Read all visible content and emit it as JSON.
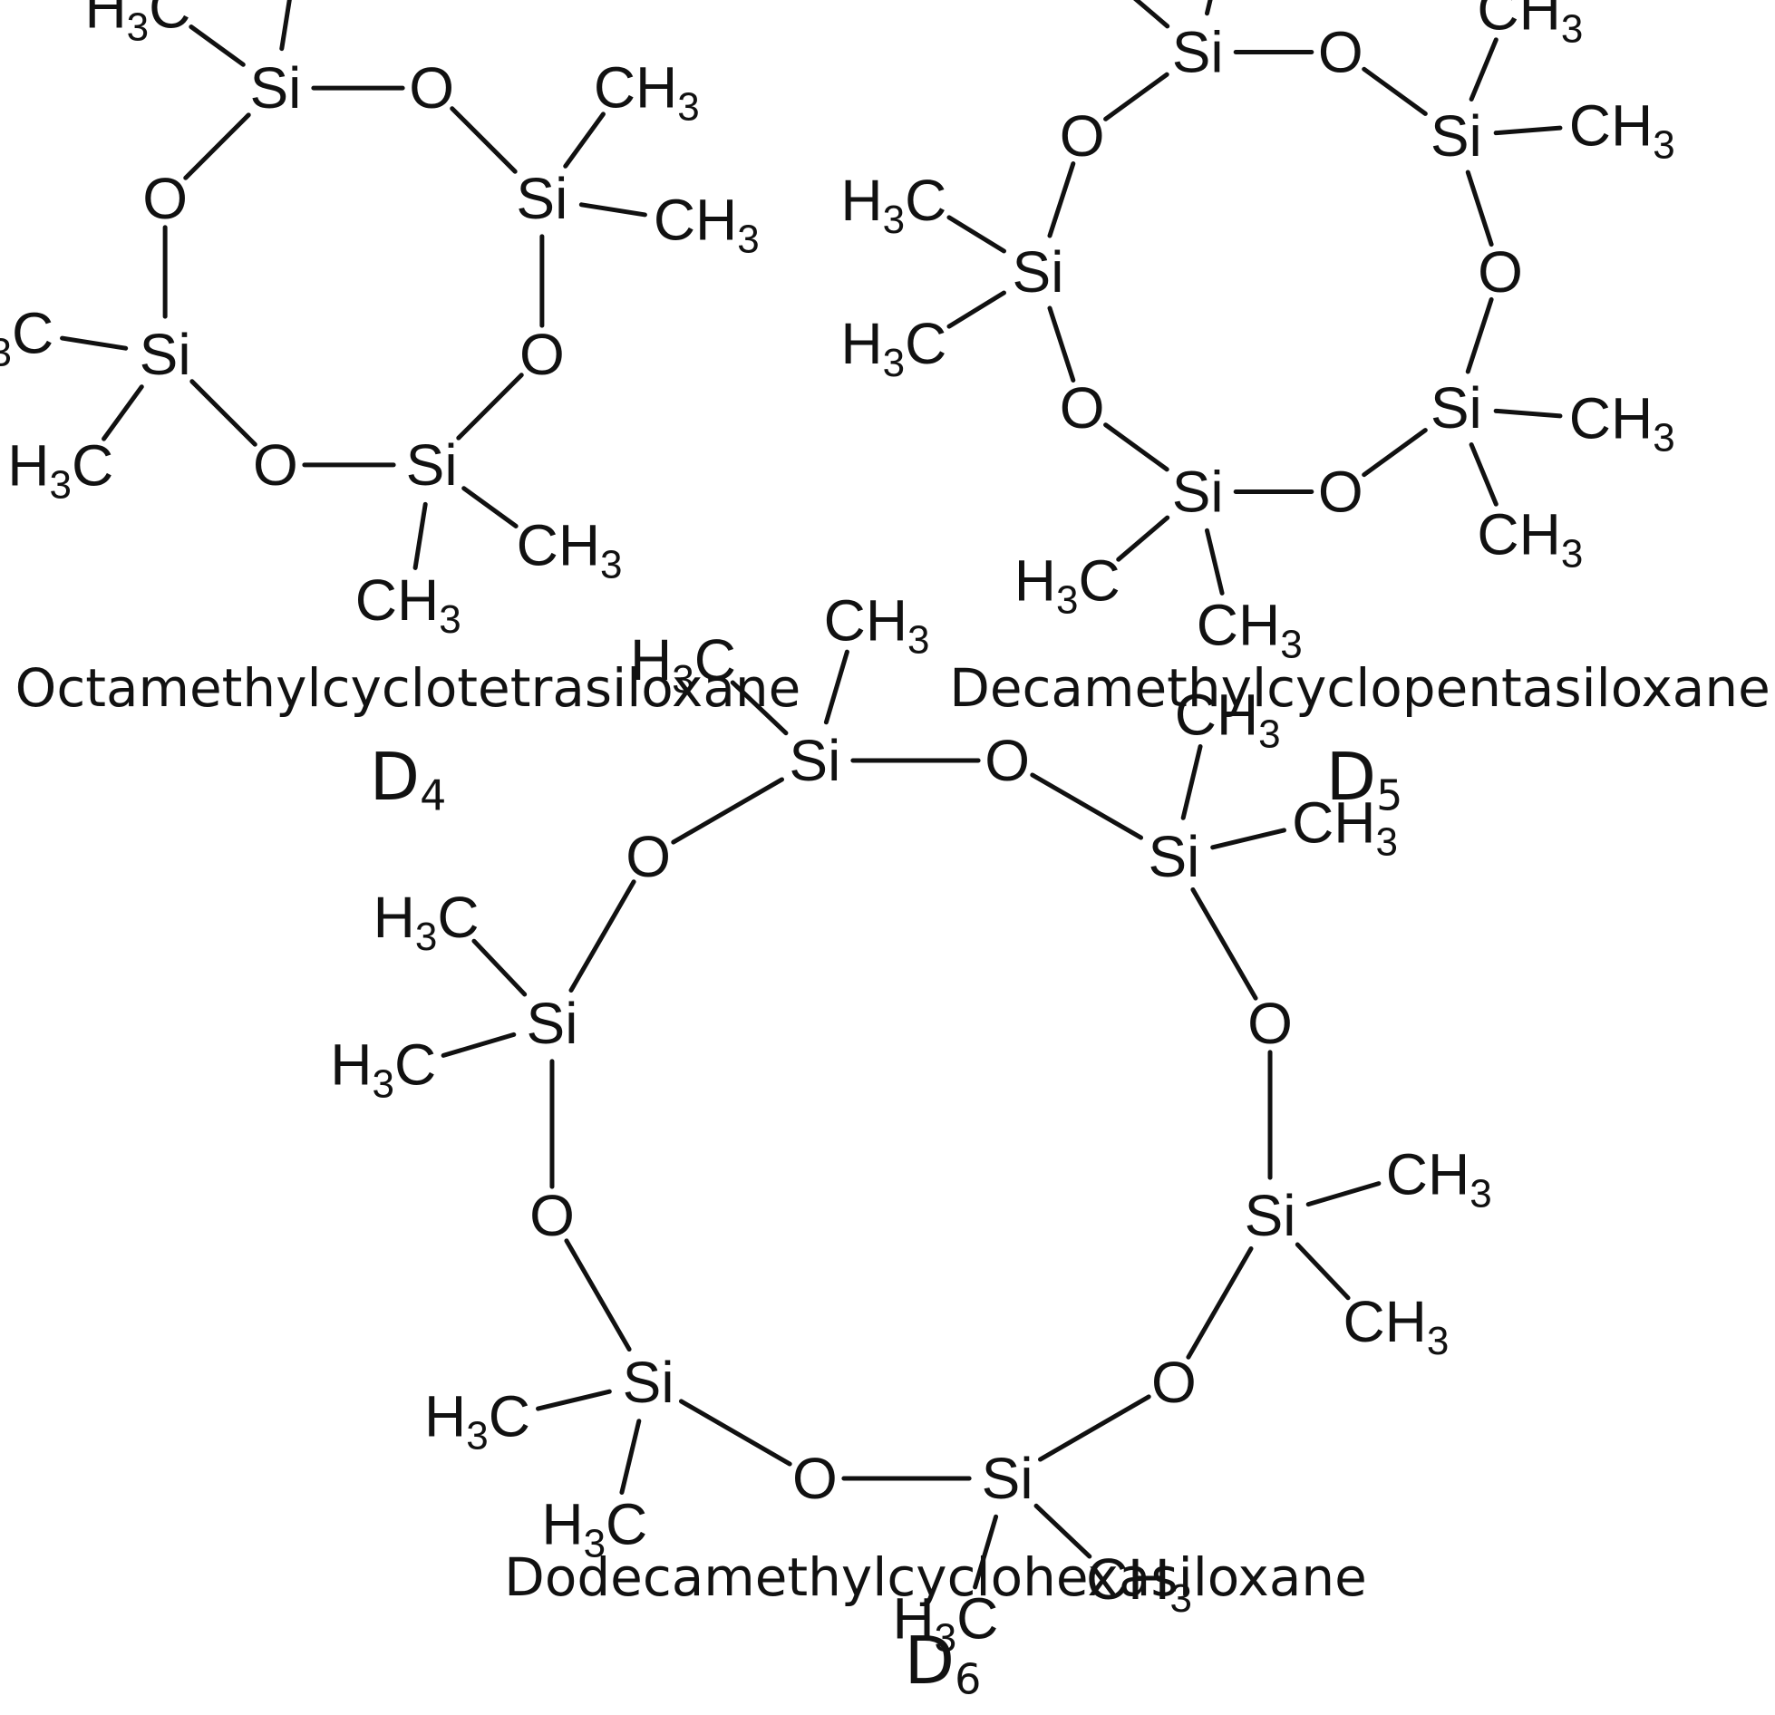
{
  "structures": [
    {
      "id": "d4",
      "name": "Octamethylcyclotetrasiloxane",
      "abbr_letter": "D",
      "abbr_sub": "4",
      "ring_atoms": [
        "Si",
        "O",
        "Si",
        "O",
        "Si",
        "O",
        "Si",
        "O"
      ],
      "substituent": "CH3",
      "substituent_count": 8
    },
    {
      "id": "d5",
      "name": "Decamethylcyclopentasiloxane",
      "abbr_letter": "D",
      "abbr_sub": "5",
      "ring_atoms": [
        "Si",
        "O",
        "Si",
        "O",
        "Si",
        "O",
        "Si",
        "O",
        "Si",
        "O"
      ],
      "substituent": "CH3",
      "substituent_count": 10
    },
    {
      "id": "d6",
      "name": "Dodecamethylcyclohexasiloxane",
      "abbr_letter": "D",
      "abbr_sub": "6",
      "ring_atoms": [
        "Si",
        "O",
        "Si",
        "O",
        "Si",
        "O",
        "Si",
        "O",
        "Si",
        "O",
        "Si",
        "O"
      ],
      "substituent": "CH3",
      "substituent_count": 12
    }
  ]
}
